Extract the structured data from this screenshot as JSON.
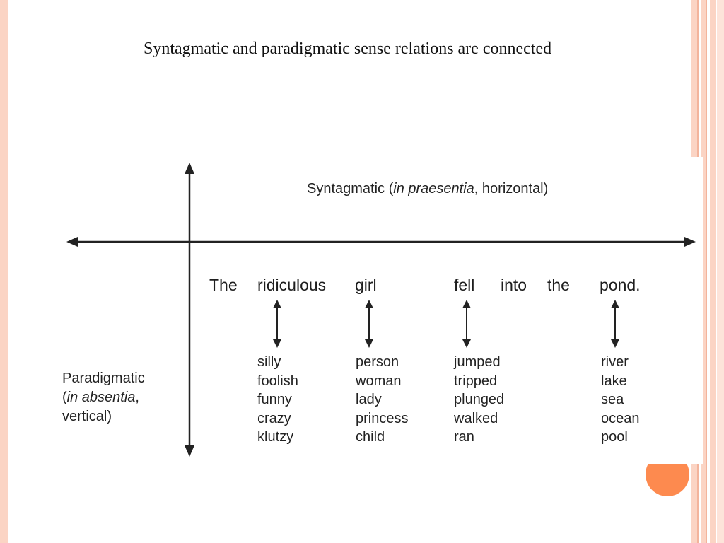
{
  "slide": {
    "title": "Syntagmatic and paradigmatic sense relations are connected"
  },
  "colors": {
    "frame_pink": "#fbd4c4",
    "frame_line": "#f3b49c",
    "accent_orange": "#fd8a4f",
    "text": "#222222"
  },
  "diagram": {
    "syntagmatic_label": {
      "prefix": "Syntagmatic (",
      "italic": "in praesentia",
      "suffix": ", horizontal)"
    },
    "paradigmatic_label": {
      "line1": "Paradigmatic",
      "line2_open": "(",
      "line2_italic": "in absentia",
      "line2_close": ",",
      "line3": "vertical)"
    },
    "sentence": [
      "The",
      "ridiculous",
      "girl",
      "fell",
      "into",
      "the",
      "pond."
    ],
    "alternatives": {
      "ridiculous": [
        "silly",
        "foolish",
        "funny",
        "crazy",
        "klutzy"
      ],
      "girl": [
        "person",
        "woman",
        "lady",
        "princess",
        "child"
      ],
      "fell": [
        "jumped",
        "tripped",
        "plunged",
        "walked",
        "ran"
      ],
      "pond": [
        "river",
        "lake",
        "sea",
        "ocean",
        "pool"
      ]
    }
  }
}
